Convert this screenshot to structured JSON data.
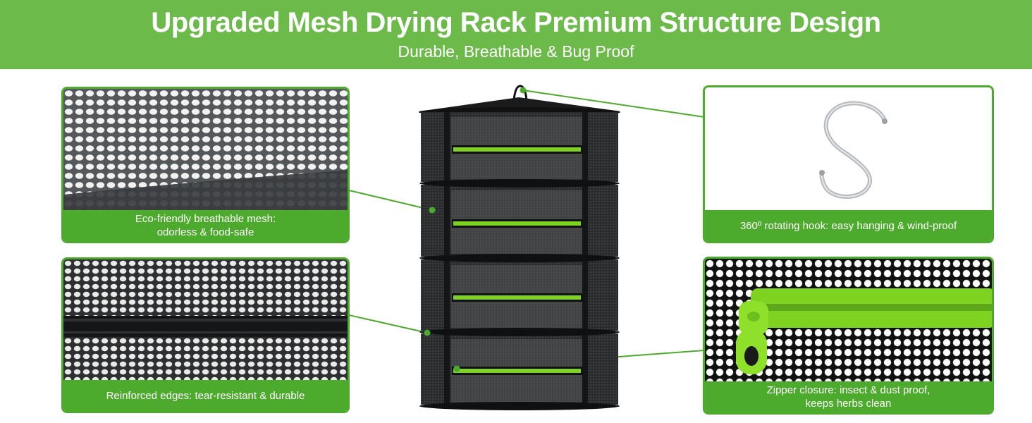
{
  "header": {
    "title": "Upgraded Mesh Drying Rack Premium Structure Design",
    "subtitle": "Durable, Breathable & Bug Proof"
  },
  "features": {
    "mesh": "Eco-friendly breathable mesh:\nodorless & food-safe",
    "edges": "Reinforced edges: tear-resistant & durable",
    "hook": "360º rotating hook: easy hanging & wind-proof",
    "zipper": "Zipper closure: insect & dust proof,\nkeeps herbs clean"
  },
  "colors": {
    "banner": "#6cbb4a",
    "caption": "#4cab2c",
    "zipper": "#7ed321",
    "rack": "#1e1f21"
  },
  "icons": {
    "hook": "s-hook-icon",
    "zipper": "zipper-pull-icon"
  }
}
